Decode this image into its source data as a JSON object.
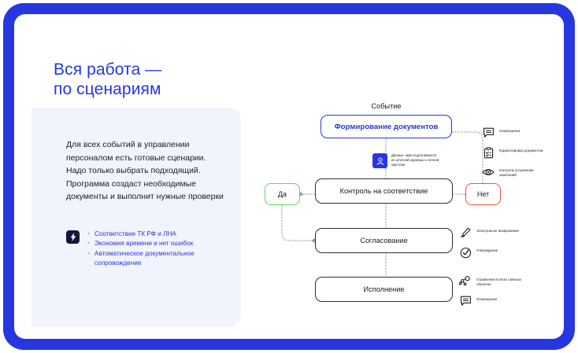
{
  "theme": {
    "frame_blue": "#2637E0",
    "card_bg": "#F1F4FC",
    "green": "#5DD663",
    "red": "#F2523C",
    "dark": "#14143C"
  },
  "left": {
    "title": "Вся работа —\nпо сценариям",
    "paragraph": "Для всех событий в управлении персоналом есть готовые сценарии. Надо только выбрать подходящий. Программа создаст необходимые документы и выполнит нужные проверки",
    "badge_icon": "lightning-bolt-icon",
    "benefits": [
      "Соответствие ТК РФ и ЛНА",
      "Экономия времени и нет ошибок",
      "Автоматическое документальное сопровождение"
    ]
  },
  "flow": {
    "event_caption": "Событие",
    "nodes": {
      "event": "Формирование документов",
      "control": "Контроль на соответствие",
      "approval": "Согласование",
      "execution": "Исполнение",
      "yes": "Да",
      "no": "Нет"
    },
    "person_note": "Данные сами подтягиваются из штатной единицы и личной карточки",
    "person_icon": "user-icon",
    "annotations_top": [
      {
        "icon": "speech-bubble-icon",
        "label": "Оповещения"
      },
      {
        "icon": "clipboard-check-icon",
        "label": "Корректировка документов"
      },
      {
        "icon": "eye-icon",
        "label": "Контроль устранения замечаний"
      }
    ],
    "annotations_middle": [
      {
        "icon": "pen-signature-icon",
        "label": "Электронное визирование"
      },
      {
        "icon": "check-circle-icon",
        "label": "Утверждение"
      }
    ],
    "annotations_bottom": [
      {
        "icon": "network-nodes-icon",
        "label": "Отражение во всех связных объектах"
      },
      {
        "icon": "speech-bubble-icon",
        "label": "Оповещение"
      }
    ]
  }
}
